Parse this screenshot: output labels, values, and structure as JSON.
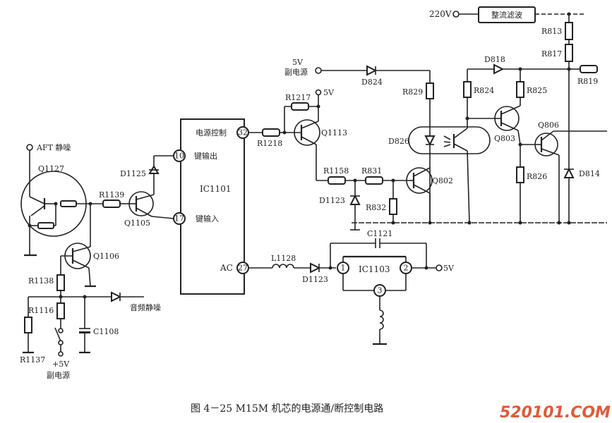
{
  "figure": {
    "caption": "图 4－25  M15M 机芯的电源通/断控制电路",
    "watermark": "520101.COM"
  },
  "power": {
    "ac_input": "220V",
    "rectifier_filter": "整流滤波",
    "standby_5v_label": "5V",
    "standby_5v_name": "副电源",
    "q1113_supply": "5V",
    "ic1103_output": "5V",
    "switch_supply": "+5V",
    "switch_supply_name": "副电源"
  },
  "signals": {
    "aft_mute": "AFT 静噪",
    "audio_mute": "音频静噪"
  },
  "ic1101": {
    "name": "IC1101",
    "pins": [
      {
        "num": "32",
        "label": "电源控制"
      },
      {
        "num": "10",
        "label": "键输出"
      },
      {
        "num": "17",
        "label": "键输入"
      },
      {
        "num": "27",
        "label": "AC"
      }
    ]
  },
  "ic1103": {
    "name": "IC1103",
    "pins": [
      "1",
      "2",
      "3"
    ]
  },
  "components": {
    "transistors": [
      "Q1127",
      "Q1105",
      "Q1106",
      "Q1113",
      "Q802",
      "Q803",
      "Q806"
    ],
    "resistors": [
      "R1139",
      "R1138",
      "R1116",
      "R1137",
      "R1217",
      "R1218",
      "R1158",
      "R831",
      "R832",
      "R829",
      "R824",
      "R825",
      "R826",
      "R813",
      "R817",
      "R819"
    ],
    "diodes": [
      "D1125",
      "D824",
      "D826",
      "D818",
      "D814",
      "D1123"
    ],
    "capacitors": [
      "C1108",
      "C1121"
    ],
    "inductors": [
      "L1128"
    ]
  }
}
